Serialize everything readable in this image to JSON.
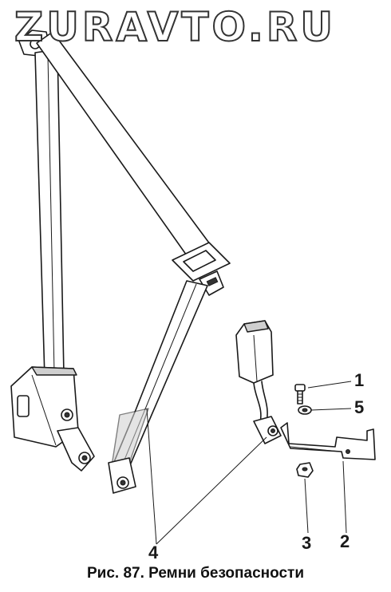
{
  "watermark": {
    "text": "ZURAVTO.RU"
  },
  "callouts": [
    {
      "id": "1",
      "label": "1"
    },
    {
      "id": "5",
      "label": "5"
    },
    {
      "id": "3",
      "label": "3"
    },
    {
      "id": "2",
      "label": "2"
    },
    {
      "id": "4",
      "label": "4"
    }
  ],
  "caption": {
    "text": "Рис. 87. Ремни безопасности"
  },
  "colors": {
    "ink": "#1a1a1a",
    "paper": "#ffffff",
    "shade": "#cfcfcf"
  }
}
